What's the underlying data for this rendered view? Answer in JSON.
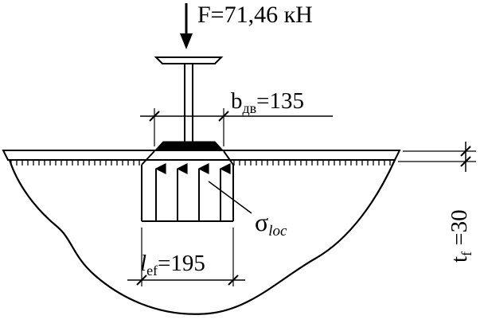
{
  "labels": {
    "force": {
      "main": "F=71,46 кН"
    },
    "beam_width": {
      "symbol": "b",
      "subscript": "дв",
      "value": "=135"
    },
    "stress": {
      "symbol": "σ",
      "subscript": "loc"
    },
    "effective_length": {
      "symbol": "l",
      "subscript": "ef",
      "value": "=195"
    },
    "flange_thickness": {
      "symbol": "t",
      "subscript": "f",
      "value": " =30"
    }
  },
  "colors": {
    "ink": "#000000",
    "background": "#ffffff"
  }
}
